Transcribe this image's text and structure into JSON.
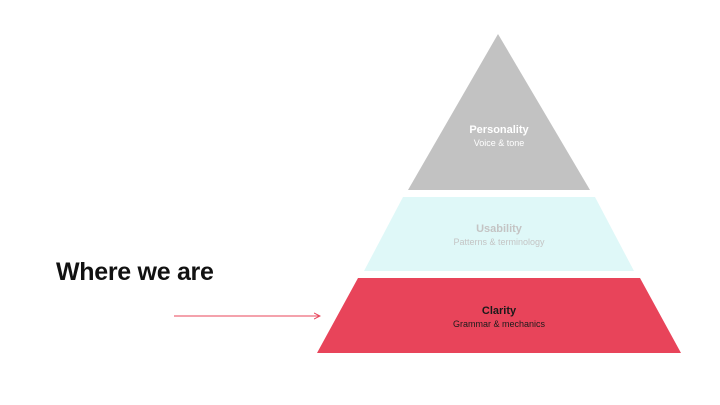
{
  "heading": "Where we are",
  "pyramid": {
    "tiers": [
      {
        "title": "Personality",
        "subtitle": "Voice & tone",
        "fill": "#c2c2c2",
        "title_color": "#ffffff",
        "subtitle_color": "#ffffff"
      },
      {
        "title": "Usability",
        "subtitle": "Patterns & terminology",
        "fill": "#dff8f8",
        "title_color": "#c4c4c4",
        "subtitle_color": "#c4c4c4"
      },
      {
        "title": "Clarity",
        "subtitle": "Grammar & mechanics",
        "fill": "#e8445a",
        "title_color": "#1a1a1a",
        "subtitle_color": "#1a1a1a"
      }
    ],
    "arrow_color": "#e8445a"
  }
}
